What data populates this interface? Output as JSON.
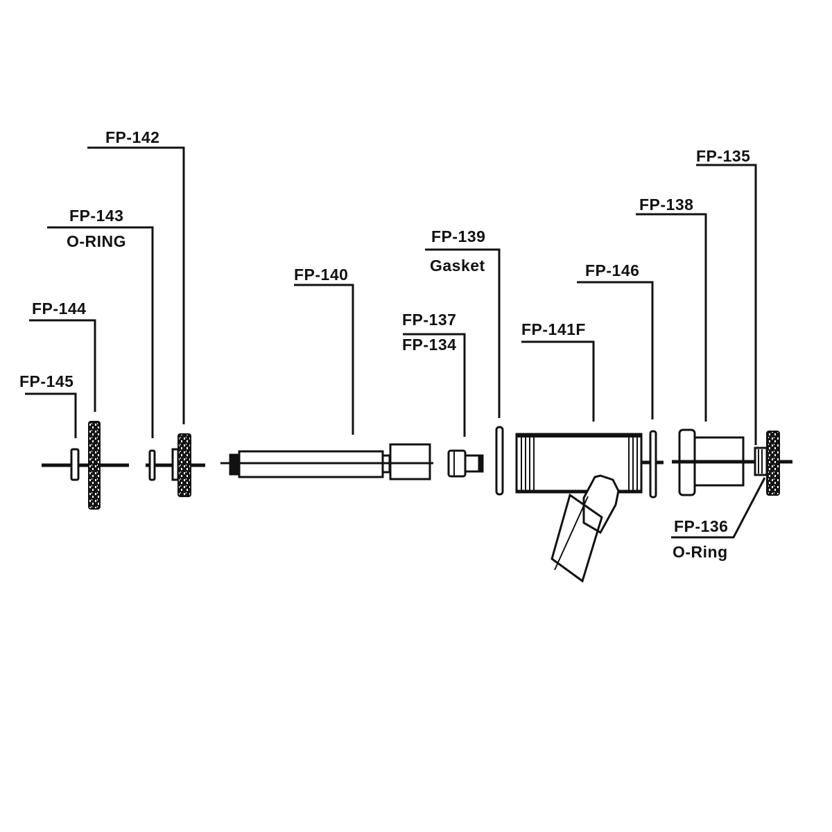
{
  "title": "",
  "labels": {
    "fp142": "FP-142",
    "fp143": "FP-143",
    "fp143_sub": "O-RING",
    "fp144": "FP-144",
    "fp145": "FP-145",
    "fp140": "FP-140",
    "fp139": "FP-139",
    "fp139_sub": "Gasket",
    "fp137": "FP-137",
    "fp134": "FP-134",
    "fp141f": "FP-141F",
    "fp146": "FP-146",
    "fp138": "FP-138",
    "fp135": "FP-135",
    "fp136": "FP-136",
    "fp136_sub": "O-Ring"
  },
  "parts": [
    {
      "id": "FP-145",
      "description": "small bushing"
    },
    {
      "id": "FP-144",
      "description": "knurled nut"
    },
    {
      "id": "FP-143",
      "description": "O-RING"
    },
    {
      "id": "FP-142",
      "description": "knurled nut"
    },
    {
      "id": "FP-140",
      "description": "tube assembly"
    },
    {
      "id": "FP-137",
      "description": "fitting"
    },
    {
      "id": "FP-134",
      "description": "fitting"
    },
    {
      "id": "FP-139",
      "description": "Gasket"
    },
    {
      "id": "FP-141F",
      "description": "body with angled nozzle"
    },
    {
      "id": "FP-146",
      "description": "gasket"
    },
    {
      "id": "FP-138",
      "description": "flanged sleeve"
    },
    {
      "id": "FP-136",
      "description": "O-Ring"
    },
    {
      "id": "FP-135",
      "description": "knurled nut"
    }
  ],
  "colors": {
    "line": "#111111",
    "background": "#ffffff"
  }
}
